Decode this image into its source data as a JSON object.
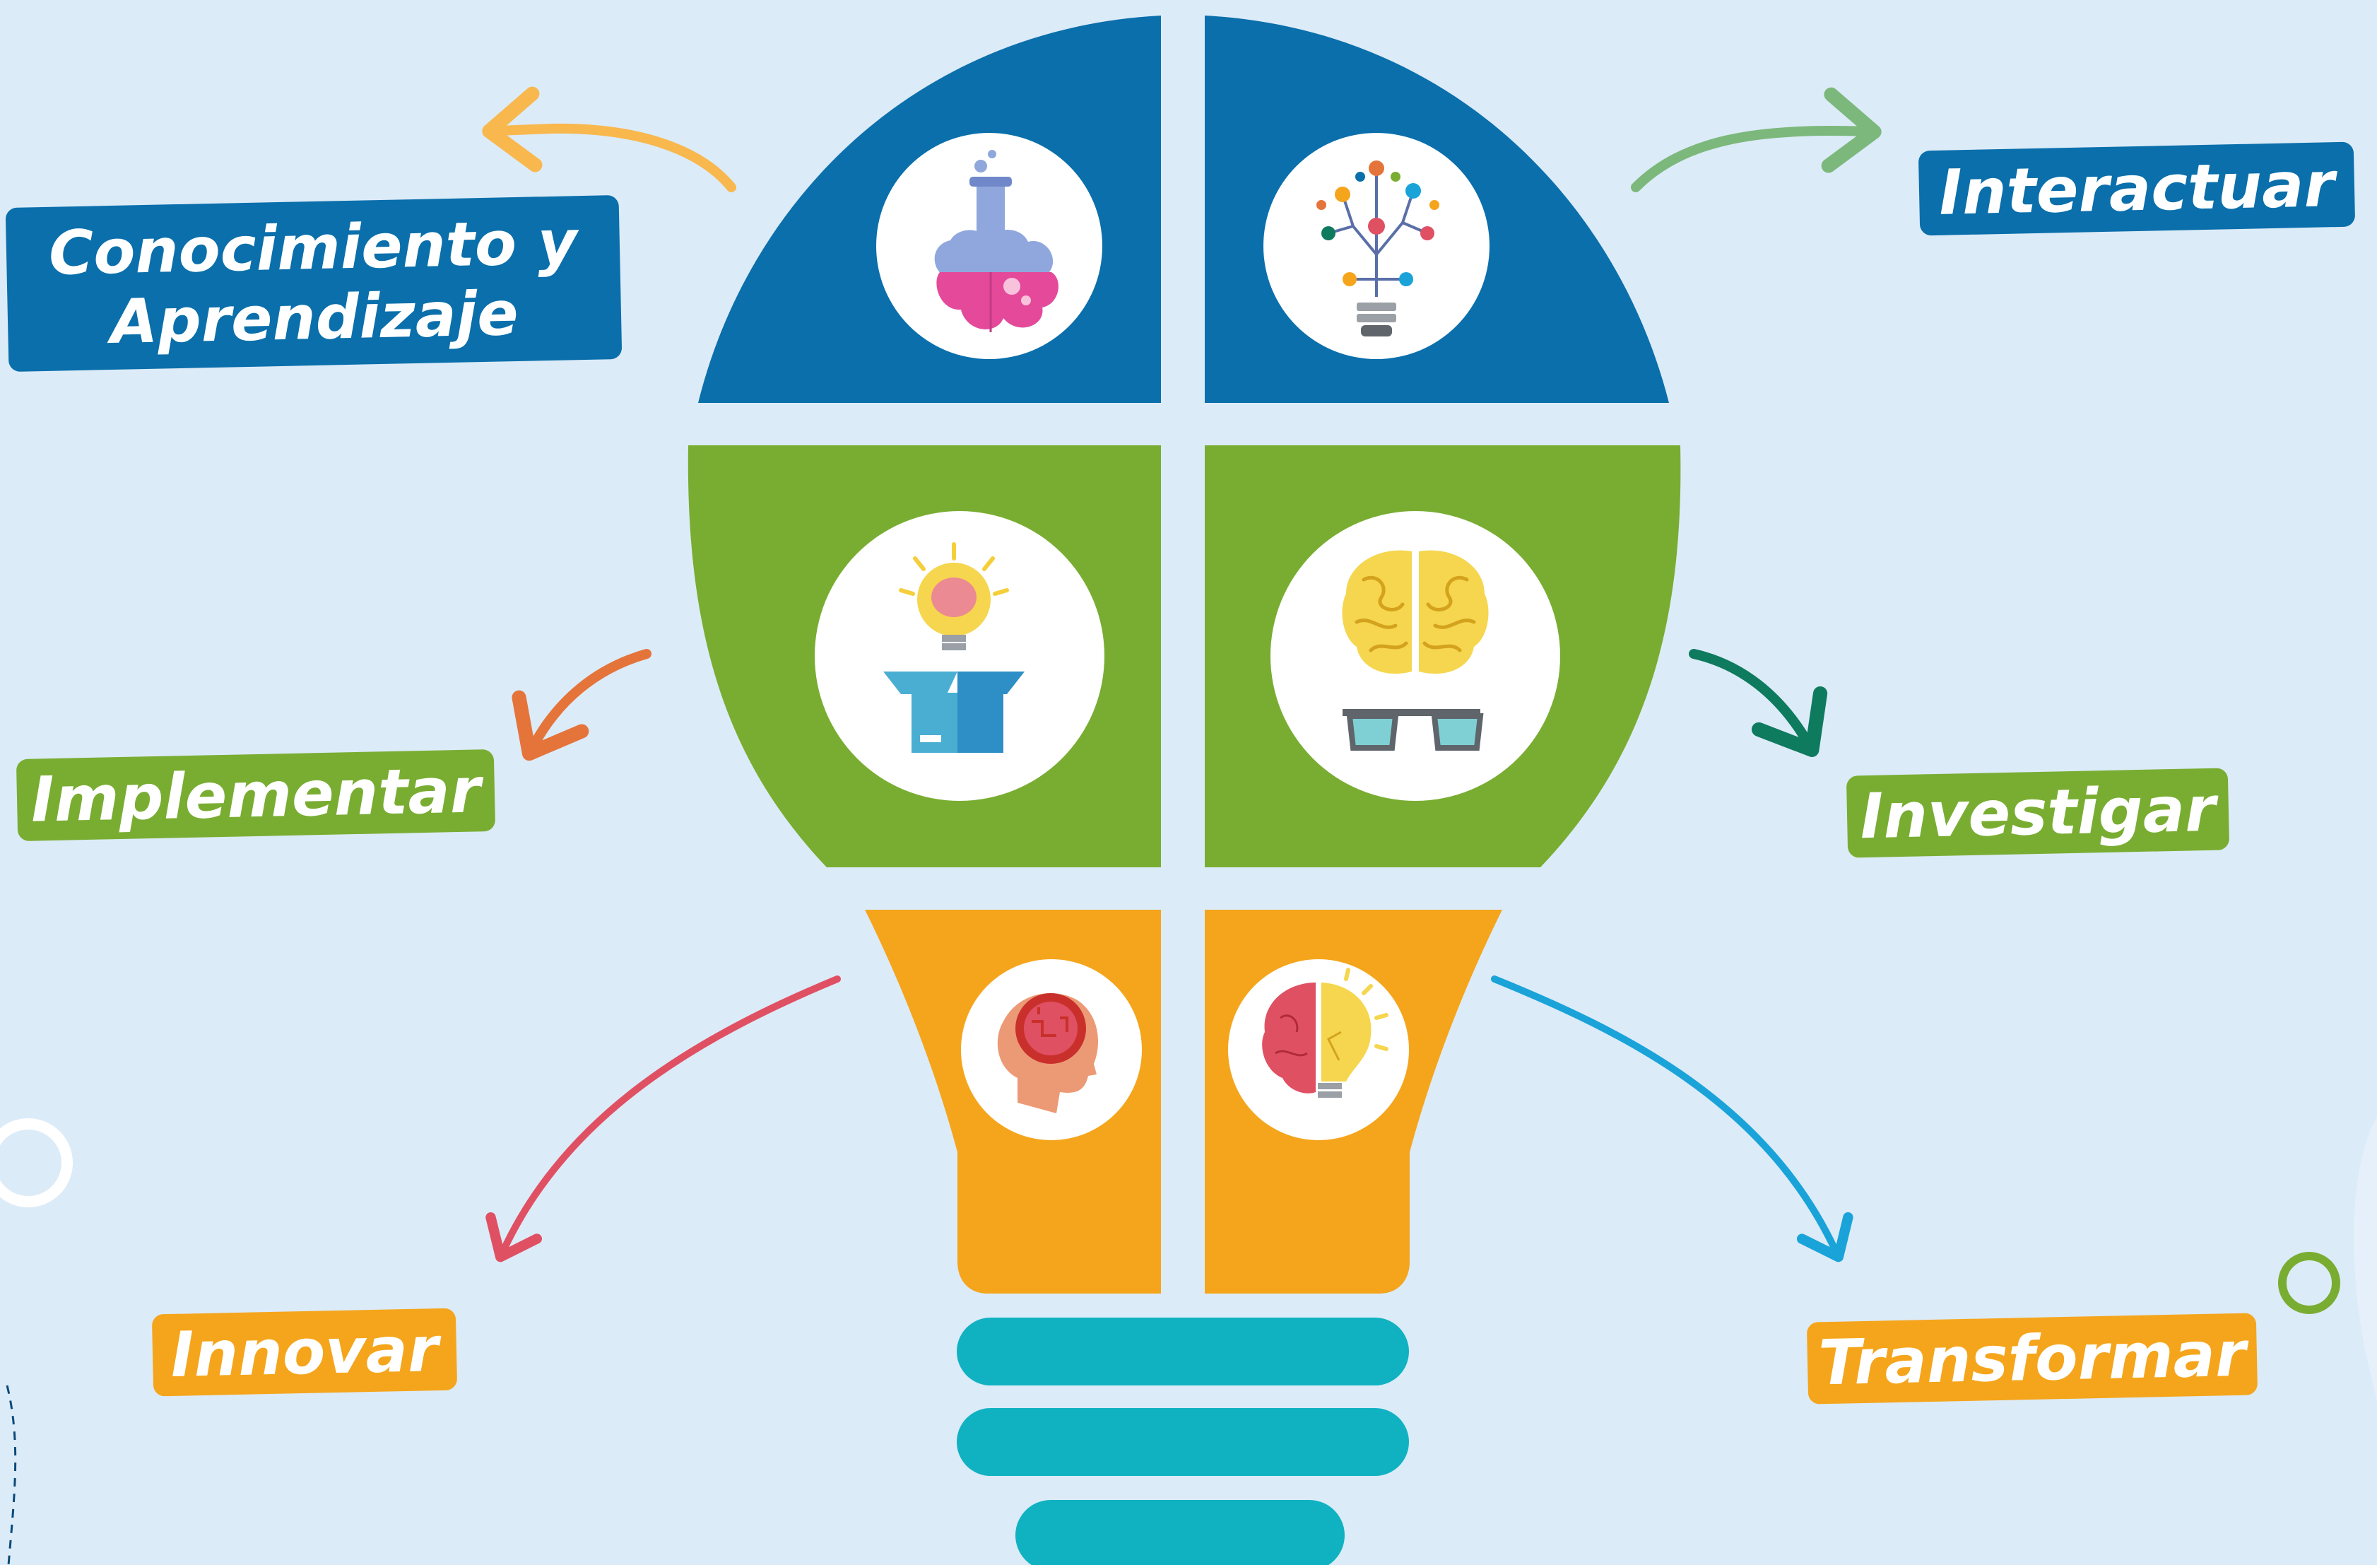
{
  "labels": {
    "conocimiento_line1": "Conocimiento y",
    "conocimiento_line2": "Aprendizaje",
    "interactuar": "Interactuar",
    "implementar": "Implementar",
    "investigar": "Investigar",
    "innovar": "Innovar",
    "transformar": "Transformar"
  },
  "icons": {
    "top_left": "flask-brain-icon",
    "top_right": "network-bulb-icon",
    "middle_left": "bulb-box-icon",
    "middle_right": "brain-glasses-icon",
    "bottom_left": "head-brain-icon",
    "bottom_right": "brain-bulb-icon"
  },
  "colors": {
    "background": "#dcebf8",
    "blue": "#0a6fab",
    "green": "#79ad32",
    "orange": "#f5a51c",
    "teal": "#10b2c2",
    "arrow_conocimiento": "#f8b84e",
    "arrow_interactuar": "#7cb87c",
    "arrow_implementar": "#e5743a",
    "arrow_investigar": "#0e7a5e",
    "arrow_innovar": "#e05063",
    "arrow_transformar": "#1aa3d8"
  }
}
